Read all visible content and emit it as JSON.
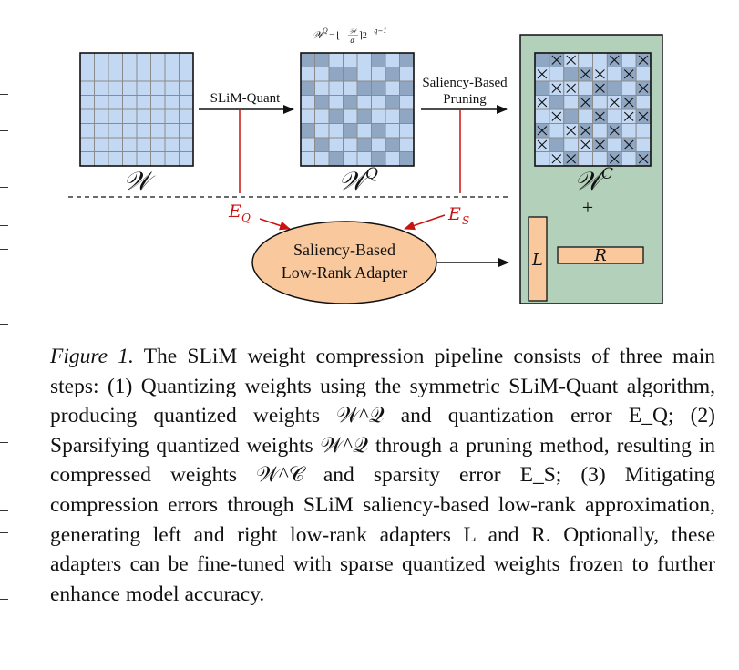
{
  "figure": {
    "matrix_w_label": "𝒲",
    "matrix_wq_label": "𝒲",
    "matrix_wq_sup": "Q",
    "matrix_wc_label": "𝒲",
    "matrix_wc_sup": "C",
    "quant_arrow_label": "SLiM-Quant",
    "pruning_label_line1": "Saliency-Based",
    "pruning_label_line2": "Pruning",
    "formula": "𝒲ᵠ = ⌊𝒲/α⌉ 2^(q−1)",
    "formula_lhs": "𝒲",
    "formula_lhs_sup": "Q",
    "formula_eq": "= ⌊",
    "formula_num": "𝒲",
    "formula_den": "α",
    "formula_rhs": "⌉2",
    "formula_rhs_sup": "q−1",
    "eq_error_label": "E",
    "eq_error_sub": "Q",
    "es_error_label": "E",
    "es_error_sub": "S",
    "adapter_line1": "Saliency-Based",
    "adapter_line2": "Low-Rank Adapter",
    "plus": "+",
    "adapter_L": "L",
    "adapter_R": "R",
    "colors": {
      "grid_light": "#c3d8f2",
      "grid_dark": "#8fa7c3",
      "grid_line": "#8b8b8b",
      "panel": "#b3d0bb",
      "adapter": "#f9c99d",
      "red": "#cc1111"
    }
  },
  "caption": {
    "figure_label": "Figure 1.",
    "text": "The SLiM weight compression pipeline consists of three main steps: (1) Quantizing weights using the symmetric SLiM-Quant algorithm, producing quantized weights 𝒲^𝒬 and quantization error E_Q; (2) Sparsifying quantized weights 𝒲^𝒬 through a pruning method, resulting in compressed weights 𝒲^𝒞 and sparsity error E_S; (3) Mitigating compression errors through SLiM saliency-based low-rank approximation, generating left and right low-rank adapters L and R. Optionally, these adapters can be fine-tuned with sparse quantized weights frozen to further enhance model accuracy."
  },
  "quantized_dark_cells": [
    [
      0,
      0
    ],
    [
      0,
      1
    ],
    [
      0,
      5
    ],
    [
      0,
      7
    ],
    [
      1,
      2
    ],
    [
      1,
      3
    ],
    [
      1,
      6
    ],
    [
      2,
      0
    ],
    [
      2,
      4
    ],
    [
      2,
      5
    ],
    [
      2,
      7
    ],
    [
      3,
      1
    ],
    [
      3,
      3
    ],
    [
      3,
      6
    ],
    [
      4,
      2
    ],
    [
      4,
      4
    ],
    [
      4,
      7
    ],
    [
      5,
      0
    ],
    [
      5,
      3
    ],
    [
      5,
      5
    ],
    [
      6,
      1
    ],
    [
      6,
      4
    ],
    [
      6,
      6
    ],
    [
      7,
      2
    ],
    [
      7,
      5
    ],
    [
      7,
      7
    ]
  ],
  "pruned_cells": [
    [
      0,
      1
    ],
    [
      0,
      2
    ],
    [
      0,
      5
    ],
    [
      0,
      7
    ],
    [
      1,
      0
    ],
    [
      1,
      3
    ],
    [
      1,
      4
    ],
    [
      1,
      6
    ],
    [
      2,
      1
    ],
    [
      2,
      2
    ],
    [
      2,
      4
    ],
    [
      2,
      7
    ],
    [
      3,
      0
    ],
    [
      3,
      3
    ],
    [
      3,
      5
    ],
    [
      3,
      6
    ],
    [
      4,
      1
    ],
    [
      4,
      4
    ],
    [
      4,
      6
    ],
    [
      4,
      7
    ],
    [
      5,
      0
    ],
    [
      5,
      2
    ],
    [
      5,
      3
    ],
    [
      5,
      5
    ],
    [
      6,
      0
    ],
    [
      6,
      3
    ],
    [
      6,
      4
    ],
    [
      6,
      6
    ],
    [
      7,
      1
    ],
    [
      7,
      2
    ],
    [
      7,
      5
    ],
    [
      7,
      7
    ]
  ]
}
